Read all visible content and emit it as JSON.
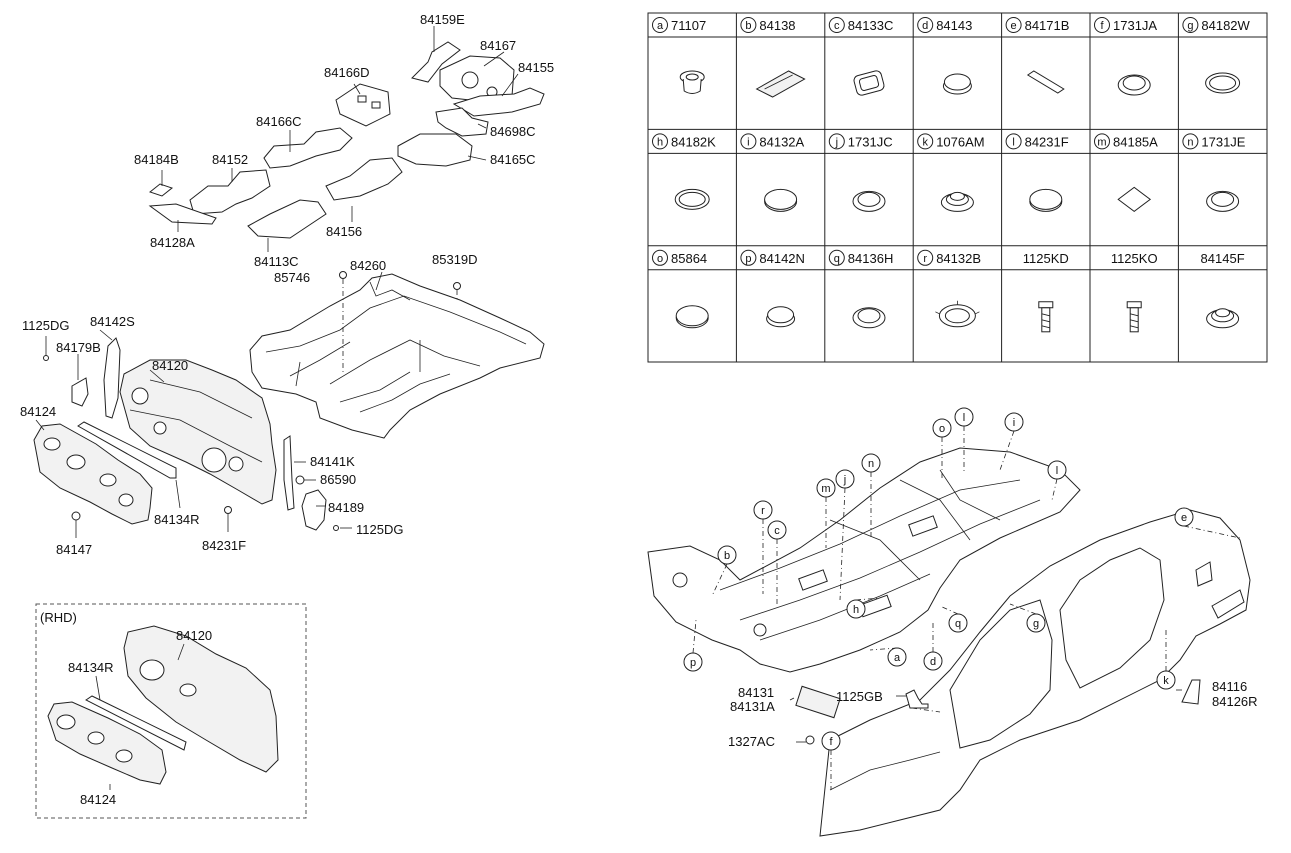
{
  "main_labels": {
    "l84159E": "84159E",
    "l84167": "84167",
    "l84155": "84155",
    "l84166D": "84166D",
    "l84166C": "84166C",
    "l84698C": "84698C",
    "l84184B": "84184B",
    "l84152": "84152",
    "l84165C": "84165C",
    "l84128A": "84128A",
    "l84156": "84156",
    "l84113C": "84113C",
    "l84260": "84260",
    "l85319D": "85319D",
    "l85746": "85746",
    "l1125DG_a": "1125DG",
    "l84142S": "84142S",
    "l84179B": "84179B",
    "l84120": "84120",
    "l84124": "84124",
    "l84141K": "84141K",
    "l86590": "86590",
    "l84189": "84189",
    "l1125DG_b": "1125DG",
    "l84134R": "84134R",
    "l84231F": "84231F",
    "l84147": "84147"
  },
  "rhd_box": {
    "title": "(RHD)",
    "l84120": "84120",
    "l84134R": "84134R",
    "l84124": "84124"
  },
  "body_labels": {
    "l84131": "84131",
    "l84131A": "84131A",
    "l1125GB": "1125GB",
    "l1327AC": "1327AC",
    "l84116": "84116",
    "l84126R": "84126R"
  },
  "parts_table": {
    "rows": [
      [
        {
          "letter": "a",
          "code": "71107",
          "icon": "grommet-icon"
        },
        {
          "letter": "b",
          "code": "84138",
          "icon": "pad-icon"
        },
        {
          "letter": "c",
          "code": "84133C",
          "icon": "square-plug-icon"
        },
        {
          "letter": "d",
          "code": "84143",
          "icon": "oval-plug-icon"
        },
        {
          "letter": "e",
          "code": "84171B",
          "icon": "strip-icon"
        },
        {
          "letter": "f",
          "code": "1731JA",
          "icon": "ring-plug-icon"
        },
        {
          "letter": "g",
          "code": "84182W",
          "icon": "flat-ring-icon"
        }
      ],
      [
        {
          "letter": "h",
          "code": "84182K",
          "icon": "flat-ring-icon"
        },
        {
          "letter": "i",
          "code": "84132A",
          "icon": "disc-plug-icon"
        },
        {
          "letter": "j",
          "code": "1731JC",
          "icon": "ring-plug-icon"
        },
        {
          "letter": "k",
          "code": "1076AM",
          "icon": "stepped-plug-icon"
        },
        {
          "letter": "l",
          "code": "84231F",
          "icon": "disc-plug-icon"
        },
        {
          "letter": "m",
          "code": "84185A",
          "icon": "diamond-pad-icon"
        },
        {
          "letter": "n",
          "code": "1731JE",
          "icon": "ring-plug-icon"
        }
      ],
      [
        {
          "letter": "o",
          "code": "85864",
          "icon": "disc-plug-icon"
        },
        {
          "letter": "p",
          "code": "84142N",
          "icon": "oval-plug-icon"
        },
        {
          "letter": "q",
          "code": "84136H",
          "icon": "ring-plug-icon"
        },
        {
          "letter": "r",
          "code": "84132B",
          "icon": "tabbed-plug-icon"
        },
        {
          "letter": "",
          "code": "1125KD",
          "icon": "bolt-icon"
        },
        {
          "letter": "",
          "code": "1125KO",
          "icon": "bolt-icon"
        },
        {
          "letter": "",
          "code": "84145F",
          "icon": "stepped-plug-icon"
        }
      ]
    ]
  },
  "callouts": [
    "o",
    "l",
    "i",
    "n",
    "l",
    "m",
    "j",
    "r",
    "c",
    "b",
    "e",
    "g",
    "h",
    "q",
    "a",
    "d",
    "p",
    "k",
    "f"
  ]
}
